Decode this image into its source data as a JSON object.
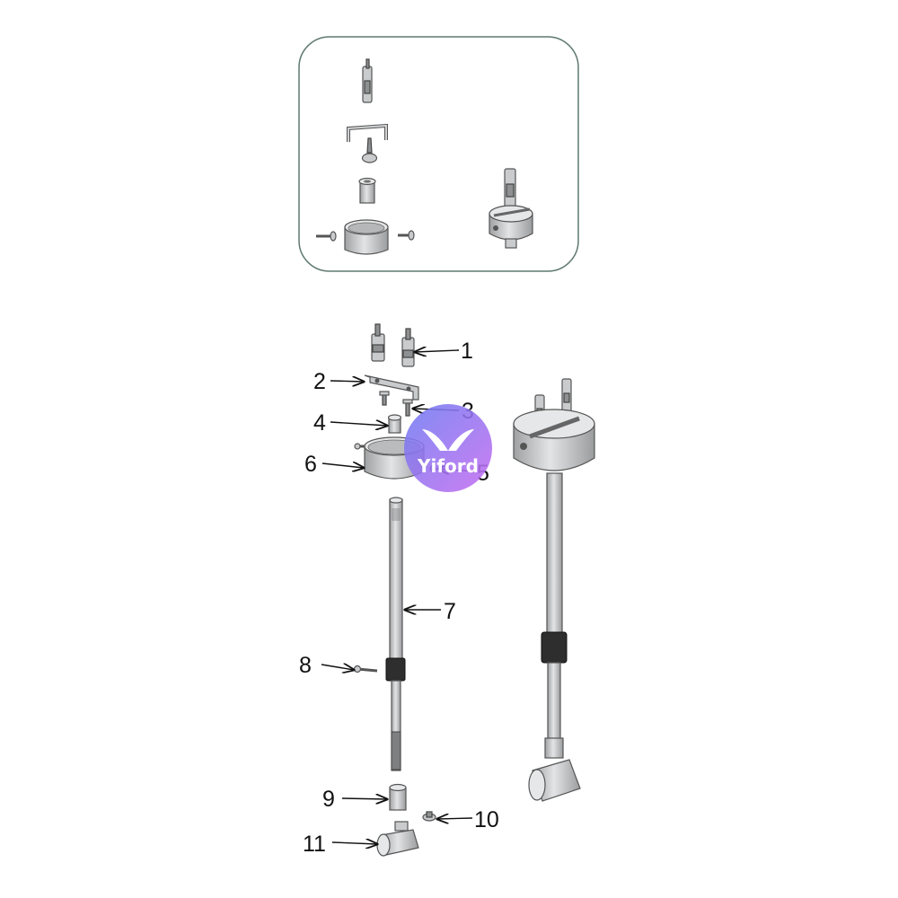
{
  "labels": {
    "p1": "1",
    "p2": "2",
    "p3": "3",
    "p4": "4",
    "p5": "5",
    "p6": "6",
    "p7": "7",
    "p8": "8",
    "p9": "9",
    "p10": "10",
    "p11": "11"
  },
  "watermark": {
    "text": "Yiford",
    "colors": {
      "start": "#7a6ff0",
      "end": "#c06bf0"
    }
  },
  "colors": {
    "panel_border": "#5f7a6e",
    "part_fill": "#c9cbcd",
    "grip_black": "#2e2e2e"
  },
  "icons": [
    "expansion-bolt-icon",
    "bracket-icon",
    "screw-icon",
    "bushing-icon",
    "canopy-cup-icon",
    "set-screw-icon",
    "pole-icon",
    "clamp-pipe-icon"
  ]
}
